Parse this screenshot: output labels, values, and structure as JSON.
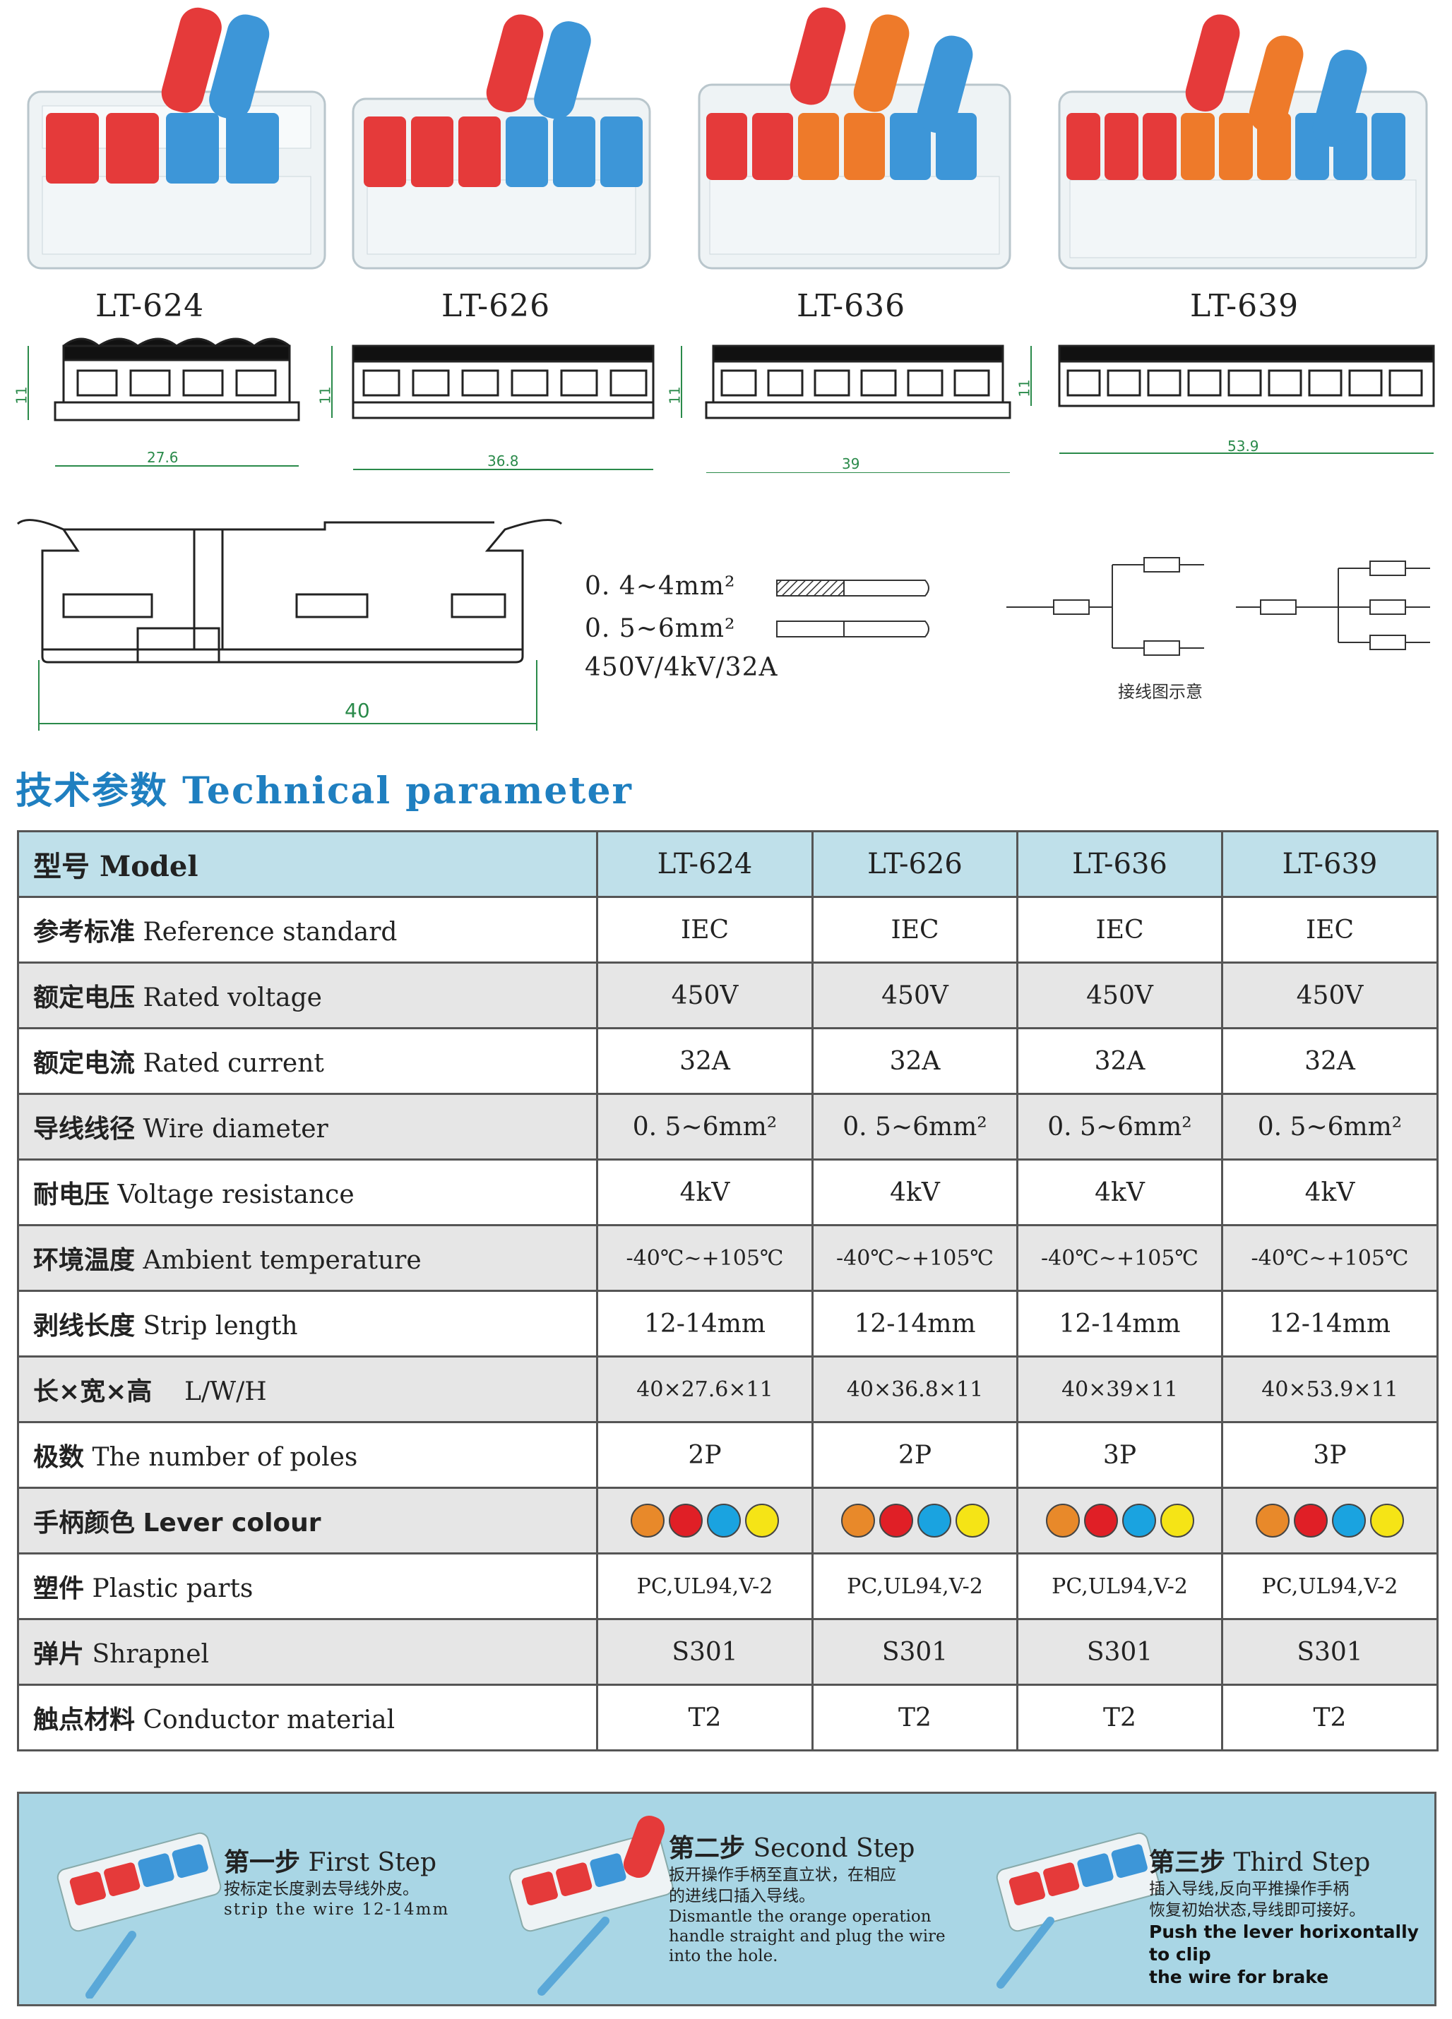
{
  "products": [
    {
      "model": "LT-624",
      "width_label": "27.6",
      "height_label": "11"
    },
    {
      "model": "LT-626",
      "width_label": "36.8",
      "height_label": "11"
    },
    {
      "model": "LT-636",
      "width_label": "39",
      "height_label": "11"
    },
    {
      "model": "LT-639",
      "width_label": "53.9",
      "height_label": "11"
    }
  ],
  "side_view": {
    "length_label": "40"
  },
  "specs": {
    "wire_1": "0. 4~4mm²",
    "wire_2": "0. 5~6mm²",
    "rating": "450V/4kV/32A"
  },
  "wiring_caption": "接线图示意",
  "section_title": {
    "zh": "技术参数",
    "en": "Technical parameter"
  },
  "table": {
    "header": {
      "zh": "型号",
      "en": "Model",
      "models": [
        "LT-624",
        "LT-626",
        "LT-636",
        "LT-639"
      ]
    },
    "rows": [
      {
        "zh": "参考标准",
        "en": "Reference standard",
        "values": [
          "IEC",
          "IEC",
          "IEC",
          "IEC"
        ]
      },
      {
        "zh": "额定电压",
        "en": "Rated voltage",
        "values": [
          "450V",
          "450V",
          "450V",
          "450V"
        ]
      },
      {
        "zh": "额定电流",
        "en": "Rated current",
        "values": [
          "32A",
          "32A",
          "32A",
          "32A"
        ]
      },
      {
        "zh": "导线线径",
        "en": "Wire diameter",
        "values": [
          "0. 5~6mm²",
          "0. 5~6mm²",
          "0. 5~6mm²",
          "0. 5~6mm²"
        ]
      },
      {
        "zh": "耐电压",
        "en": "Voltage resistance",
        "values": [
          "4kV",
          "4kV",
          "4kV",
          "4kV"
        ]
      },
      {
        "zh": "环境温度",
        "en": "Ambient temperature",
        "values": [
          "-40℃~+105℃",
          "-40℃~+105℃",
          "-40℃~+105℃",
          "-40℃~+105℃"
        ]
      },
      {
        "zh": "剥线长度",
        "en": "Strip length",
        "values": [
          "12-14mm",
          "12-14mm",
          "12-14mm",
          "12-14mm"
        ]
      },
      {
        "zh": "长×宽×高",
        "en": "L/W/H",
        "values": [
          "40×27.6×11",
          "40×36.8×11",
          "40×39×11",
          "40×53.9×11"
        ]
      },
      {
        "zh": "极数",
        "en": "The number of poles",
        "values": [
          "2P",
          "2P",
          "3P",
          "3P"
        ]
      },
      {
        "zh": "手柄颜色",
        "en": "Lever colour",
        "values": []
      },
      {
        "zh": "塑件",
        "en": "Plastic parts",
        "values": [
          "PC,UL94,V-2",
          "PC,UL94,V-2",
          "PC,UL94,V-2",
          "PC,UL94,V-2"
        ]
      },
      {
        "zh": "弹片",
        "en": "Shrapnel",
        "values": [
          "S301",
          "S301",
          "S301",
          "S301"
        ]
      },
      {
        "zh": "触点材料",
        "en": "Conductor material",
        "values": [
          "T2",
          "T2",
          "T2",
          "T2"
        ]
      }
    ],
    "lever_colours": [
      "#e8892a",
      "#e01f26",
      "#1aa3e0",
      "#f5e416"
    ]
  },
  "steps": [
    {
      "zh_title": "第一步",
      "en_title": "First Step",
      "zh_text": "按标定长度剥去导线外皮。",
      "en_text": "strip the wire 12-14mm"
    },
    {
      "zh_title": "第二步",
      "en_title": "Second Step",
      "zh_text_1": "扳开操作手柄至直立状，在相应",
      "zh_text_2": "的进线口插入导线。",
      "en_text_1": "Dismantle the orange operation",
      "en_text_2": "handle straight and plug the wire",
      "en_text_3": "into the hole."
    },
    {
      "zh_title": "第三步",
      "en_title": "Third Step",
      "zh_text_1": "插入导线,反向平推操作手柄",
      "zh_text_2": "恢复初始状态,导线即可接好。",
      "en_text_1": "Push the lever horixontally to clip",
      "en_text_2": "the wire for brake"
    }
  ]
}
